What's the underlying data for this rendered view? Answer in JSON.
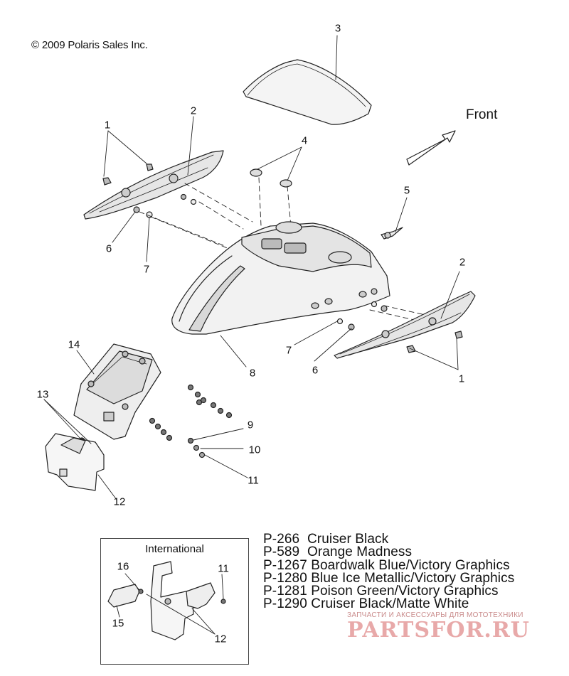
{
  "copyright": "© 2009 Polaris Sales Inc.",
  "front_label": "Front",
  "callouts": [
    "1",
    "2",
    "3",
    "4",
    "5",
    "6",
    "7",
    "2",
    "7",
    "6",
    "8",
    "1",
    "14",
    "13",
    "9",
    "10",
    "11",
    "12",
    "16",
    "11",
    "15",
    "12"
  ],
  "inset": {
    "title": "International"
  },
  "legend": [
    "P-266  Cruiser Black",
    "P-589  Orange Madness",
    "P-1267 Boardwalk Blue/Victory Graphics",
    "P-1280 Blue Ice Metallic/Victory Graphics",
    "P-1281 Poison Green/Victory Graphics",
    "P-1290 Cruiser Black/Matte White"
  ],
  "watermark": {
    "tagline": "ЗАПЧАСТИ И АКСЕССУАРЫ ДЛЯ МОТОТЕХНИКИ",
    "logo": "PARTSFOR.RU"
  }
}
